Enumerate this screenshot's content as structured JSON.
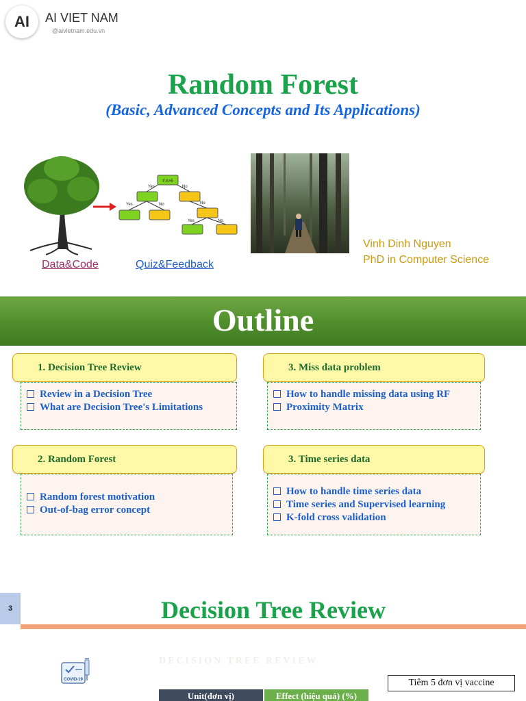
{
  "header": {
    "logo_text": "AI",
    "brand": "AI VIET NAM",
    "site": "@aivietnam.edu.vn"
  },
  "cover": {
    "title": "Random Forest",
    "subtitle": "(Basic, Advanced Concepts and Its Applications)",
    "tree_labels": {
      "root": "if A>5",
      "yes": "Yes",
      "no": "No"
    },
    "links": {
      "data_code": "Data&Code",
      "quiz_feedback": "Quiz&Feedback"
    },
    "author_name": "Vinh Dinh Nguyen",
    "author_title": "PhD in Computer Science"
  },
  "outline": {
    "title": "Outline",
    "sections": [
      {
        "header": "1. Decision Tree Review",
        "items": [
          "Review in a Decision Tree",
          "What are Decision Tree's Limitations"
        ]
      },
      {
        "header": "3. Miss data problem",
        "items": [
          "How to handle missing data using RF",
          "Proximity Matrix"
        ]
      },
      {
        "header": "2. Random Forest",
        "items": [
          "Random forest motivation",
          "Out-of-bag error concept"
        ]
      },
      {
        "header": "3. Time series data",
        "items": [
          "How to handle time series data",
          "Time series and Supervised learning",
          "K-fold cross validation"
        ]
      }
    ]
  },
  "slide3": {
    "page_number": "3",
    "title": "Decision Tree Review",
    "faded_title": "DECISION TREE REVIEW",
    "covid_label": "COVID-19",
    "vaccine_note": "Tiêm 5 đơn vị vaccine",
    "table_headers": [
      "Unit(đơn vị)",
      "Effect (hiệu quả) (%)"
    ]
  },
  "colors": {
    "title_green": "#1aa34a",
    "subtitle_blue": "#1565e0",
    "outline_green": "#4f8d2c",
    "header_yellow": "#fff8a6",
    "item_blue": "#1a5fcc",
    "author_gold": "#c99a10",
    "accent_orange": "#f2a37a"
  }
}
